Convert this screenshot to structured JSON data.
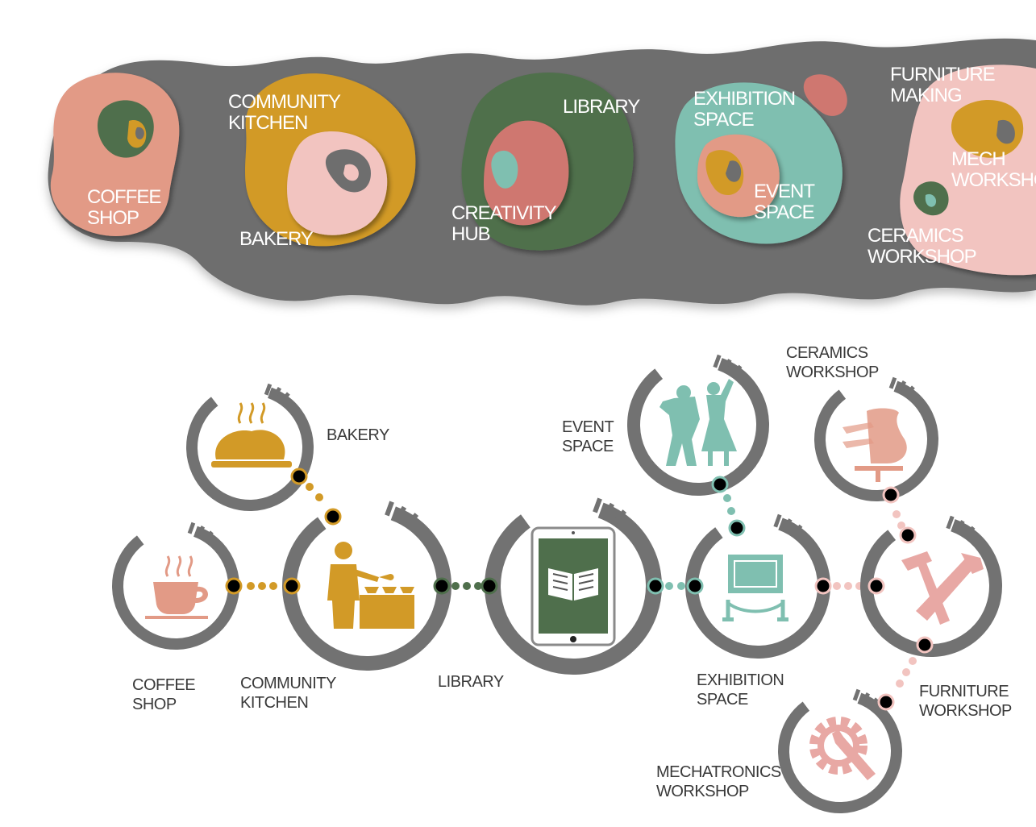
{
  "zones": {
    "coffee_shop": [
      "COFFEE",
      "SHOP"
    ],
    "community_kitchen": [
      "COMMUNITY",
      "KITCHEN"
    ],
    "bakery": [
      "BAKERY"
    ],
    "library": [
      "LIBRARY"
    ],
    "creativity_hub": [
      "CREATIVITY",
      "HUB"
    ],
    "exhibition_space": [
      "EXHIBITION",
      "SPACE"
    ],
    "event_space": [
      "EVENT",
      "SPACE"
    ],
    "furniture_making": [
      "FURNITURE",
      "MAKING"
    ],
    "mech_workshop": [
      "MECH",
      "WORKSHOP"
    ],
    "ceramics_workshop": [
      "CERAMICS",
      "WORKSHOP"
    ]
  },
  "nodes": {
    "coffee_shop": [
      "COFFEE",
      "SHOP"
    ],
    "community_kitchen": [
      "COMMUNITY",
      "KITCHEN"
    ],
    "bakery": [
      "BAKERY"
    ],
    "library": [
      "LIBRARY"
    ],
    "event_space": [
      "EVENT",
      "SPACE"
    ],
    "exhibition_space": [
      "EXHIBITION",
      "SPACE"
    ],
    "ceramics_workshop": [
      "CERAMICS",
      "WORKSHOP"
    ],
    "furniture_workshop": [
      "FURNITURE",
      "WORKSHOP"
    ],
    "mechatronics_workshop": [
      "MECHATRONICS",
      "WORKSHOP"
    ]
  },
  "colors": {
    "ring_gray": "#727272",
    "band_gray": "#6e6e6e",
    "salmon": "#e29a86",
    "mustard": "#d29a27",
    "green": "#4f6f4c",
    "teal": "#7fbfb0",
    "pink": "#f2c4c0",
    "rose": "#cf7770",
    "label": "#3a3a3a"
  }
}
